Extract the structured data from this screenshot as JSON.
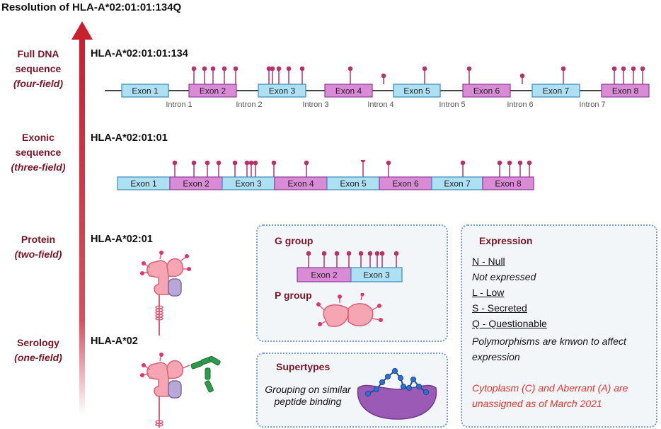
{
  "title": "Resolution of HLA-A*02:01:01:134Q",
  "levels": [
    {
      "name": "Full DNA sequence",
      "sub": "(four-field)",
      "allele": "HLA-A*02:01:01:134"
    },
    {
      "name": "Exonic sequence",
      "sub": "(three-field)",
      "allele": "HLA-A*02:01:01"
    },
    {
      "name": "Protein",
      "sub": "(two-field)",
      "allele": "HLA-A*02:01"
    },
    {
      "name": "Serology",
      "sub": "(one-field)",
      "allele": "HLA-A*02"
    }
  ],
  "exons": [
    "Exon 1",
    "Exon 2",
    "Exon 3",
    "Exon 4",
    "Exon 5",
    "Exon 6",
    "Exon 7",
    "Exon 8"
  ],
  "introns": [
    "Intron 1",
    "Intron 2",
    "Intron 3",
    "Intron 4",
    "Intron 5",
    "Intron 6",
    "Intron 7"
  ],
  "g_group": {
    "title": "G group",
    "exons": [
      "Exon 2",
      "Exon 3"
    ]
  },
  "p_group": {
    "title": "P group"
  },
  "supertypes": {
    "title": "Supertypes",
    "desc": "Grouping on similar peptide binding"
  },
  "expression": {
    "title": "Expression",
    "items": [
      {
        "text": "N - Null",
        "style": "u"
      },
      {
        "text": "Not expressed",
        "style": "i"
      },
      {
        "text": "L - Low",
        "style": "u"
      },
      {
        "text": "S - Secreted",
        "style": "u"
      },
      {
        "text": "Q - Questionable",
        "style": "u"
      },
      {
        "text": "Polymorphisms are knwon to affect expression",
        "style": "i"
      }
    ],
    "note": "Cytoplasm (C) and Aberrant (A) are unassigned as of March 2021"
  },
  "colors": {
    "exon_odd": "#aee0f4",
    "exon_even": "#d98bd6",
    "accent": "#7a1426",
    "arrow": "#c8202e",
    "pin": "#b4346a",
    "note": "#e0342c"
  }
}
